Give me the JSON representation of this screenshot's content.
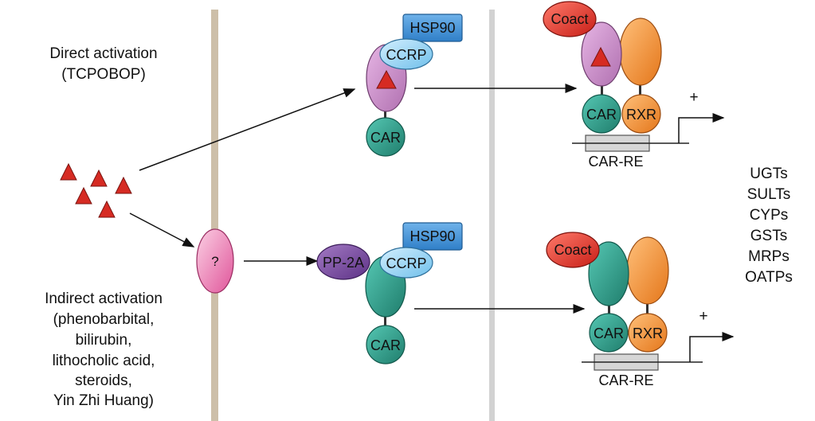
{
  "labels": {
    "direct_title": "Direct activation",
    "direct_sub": "(TCPOBOP)",
    "indirect_lines": [
      "Indirect activation",
      "(phenobarbital,",
      "bilirubin,",
      "lithocholic acid,",
      "steroids,",
      "Yin Zhi Huang)"
    ],
    "question": "?",
    "hsp90": "HSP90",
    "ccrp": "CCRP",
    "car": "CAR",
    "pp2a": "PP-2A",
    "coact": "Coact",
    "rxr": "RXR",
    "car_re": "CAR-RE",
    "plus": "+",
    "targets": [
      "UGTs",
      "SULTs",
      "CYPs",
      "GSTs",
      "MRPs",
      "OATPs"
    ]
  },
  "colors": {
    "membrane": "#cdbfa9",
    "divider": "#c8c8c8",
    "ligand": "#d62b23",
    "car_teal": "#2f9e8c",
    "ligand_domain_pink": "#c98fc8",
    "ccrp_blue": "#8fd0f2",
    "hsp90_blue": "#3d8fd4",
    "pp2a_purple": "#7a4a9e",
    "coact_red": "#e0352b",
    "rxr_orange": "#f08c2e",
    "question_pink": "#f07ab0"
  }
}
